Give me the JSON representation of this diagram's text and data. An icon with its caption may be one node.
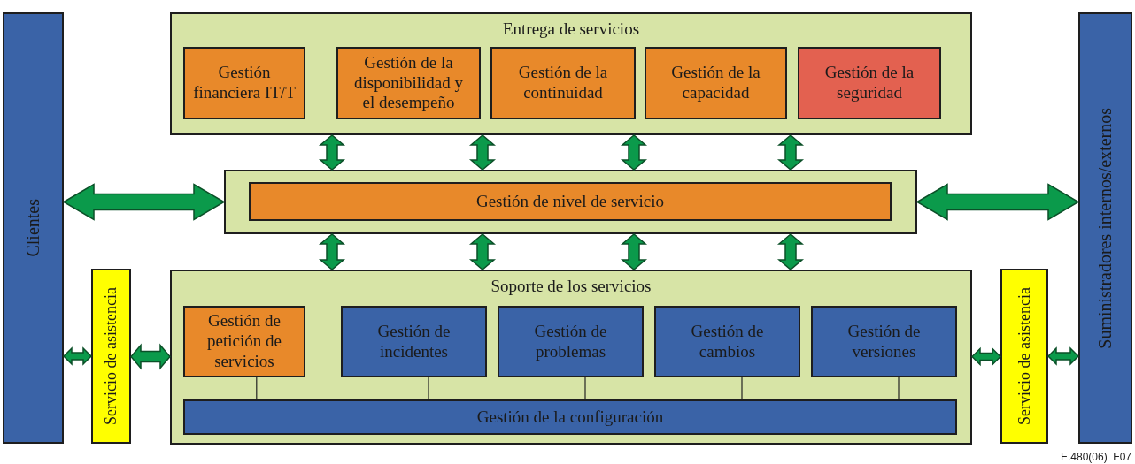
{
  "diagram": {
    "nodes": [
      {
        "text": [
          "Clientes"
        ]
      },
      {
        "text": [
          "Entrega de servicios"
        ]
      },
      {
        "text": [
          "Gestión financiera IT/T"
        ],
        "in": 1
      },
      {
        "text": [
          "Gestión de la disponibilidad y el desempeño"
        ],
        "in": 1
      },
      {
        "text": [
          "Gestión de la continuidad"
        ],
        "in": 1
      },
      {
        "text": [
          "Gestión de la capacidad"
        ],
        "in": 1
      },
      {
        "text": [
          "Gestión de la seguridad"
        ],
        "in": 1
      },
      {
        "text": [
          "Suministradores internos/externos"
        ]
      },
      {
        "text": [],
        "shape": "box"
      },
      {
        "text": [
          "Gestión de nivel de servicio"
        ],
        "in": 8
      },
      {
        "text": [
          "Servicio de asistencia"
        ]
      },
      {
        "text": [
          "Soporte de los servicios"
        ]
      },
      {
        "text": [
          "Gestión de petición de servicios"
        ],
        "in": 11
      },
      {
        "text": [
          "Gestión de incidentes"
        ],
        "in": 11
      },
      {
        "text": [
          "Gestión de problemas"
        ],
        "in": 11
      },
      {
        "text": [
          "Gestión de cambios"
        ],
        "in": 11
      },
      {
        "text": [
          "Gestión de versiones"
        ],
        "in": 11
      },
      {
        "text": [
          "Gestión de la configuración"
        ],
        "in": 11
      },
      {
        "text": [
          "Servicio de asistencia"
        ]
      }
    ],
    "edges": [
      {
        "from": 0,
        "to": 8,
        "arrow": "both"
      },
      {
        "from": 8,
        "to": 7,
        "arrow": "both"
      },
      {
        "from": 1,
        "to": 8,
        "arrow": "both"
      },
      {
        "from": 1,
        "to": 8,
        "arrow": "both"
      },
      {
        "from": 1,
        "to": 8,
        "arrow": "both"
      },
      {
        "from": 1,
        "to": 8,
        "arrow": "both"
      },
      {
        "from": 8,
        "to": 11,
        "arrow": "both"
      },
      {
        "from": 8,
        "to": 11,
        "arrow": "both"
      },
      {
        "from": 8,
        "to": 11,
        "arrow": "both"
      },
      {
        "from": 8,
        "to": 11,
        "arrow": "both"
      },
      {
        "from": 0,
        "to": 10,
        "arrow": "both"
      },
      {
        "from": 10,
        "to": 11,
        "arrow": "both"
      },
      {
        "from": 11,
        "to": 18,
        "arrow": "both"
      },
      {
        "from": 18,
        "to": 7,
        "arrow": "both"
      },
      {
        "from": 12,
        "to": 17,
        "arrow": "none"
      },
      {
        "from": 13,
        "to": 17,
        "arrow": "none"
      },
      {
        "from": 14,
        "to": 17,
        "arrow": "none"
      },
      {
        "from": 15,
        "to": 17,
        "arrow": "none"
      },
      {
        "from": 16,
        "to": 17,
        "arrow": "none"
      }
    ],
    "labels": [
      "E.480(06)  F07"
    ]
  }
}
